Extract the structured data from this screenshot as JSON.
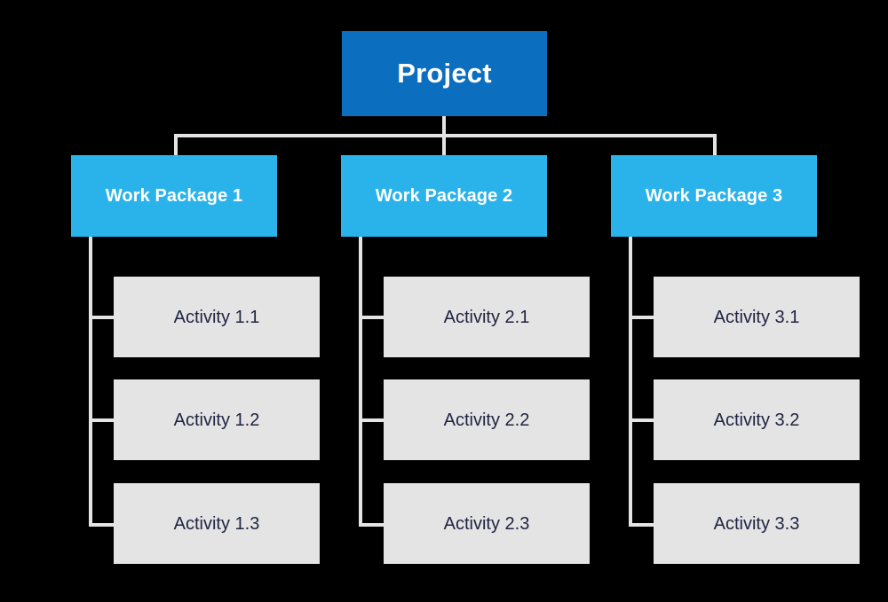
{
  "diagram": {
    "type": "work-breakdown-structure",
    "background_color": "#000000",
    "connector_color": "#E4E4E4",
    "root": {
      "label": "Project",
      "color": "#0B6EBE",
      "text_color": "#FFFFFF"
    },
    "package_color": "#29B3EA",
    "package_text_color": "#FFFFFF",
    "activity_color": "#E4E4E4",
    "activity_text_color": "#1E2340",
    "branches": [
      {
        "package": "Work Package 1",
        "activities": [
          "Activity 1.1",
          "Activity 1.2",
          "Activity 1.3"
        ]
      },
      {
        "package": "Work Package 2",
        "activities": [
          "Activity 2.1",
          "Activity 2.2",
          "Activity 2.3"
        ]
      },
      {
        "package": "Work Package 3",
        "activities": [
          "Activity 3.1",
          "Activity 3.2",
          "Activity 3.3"
        ]
      }
    ]
  }
}
